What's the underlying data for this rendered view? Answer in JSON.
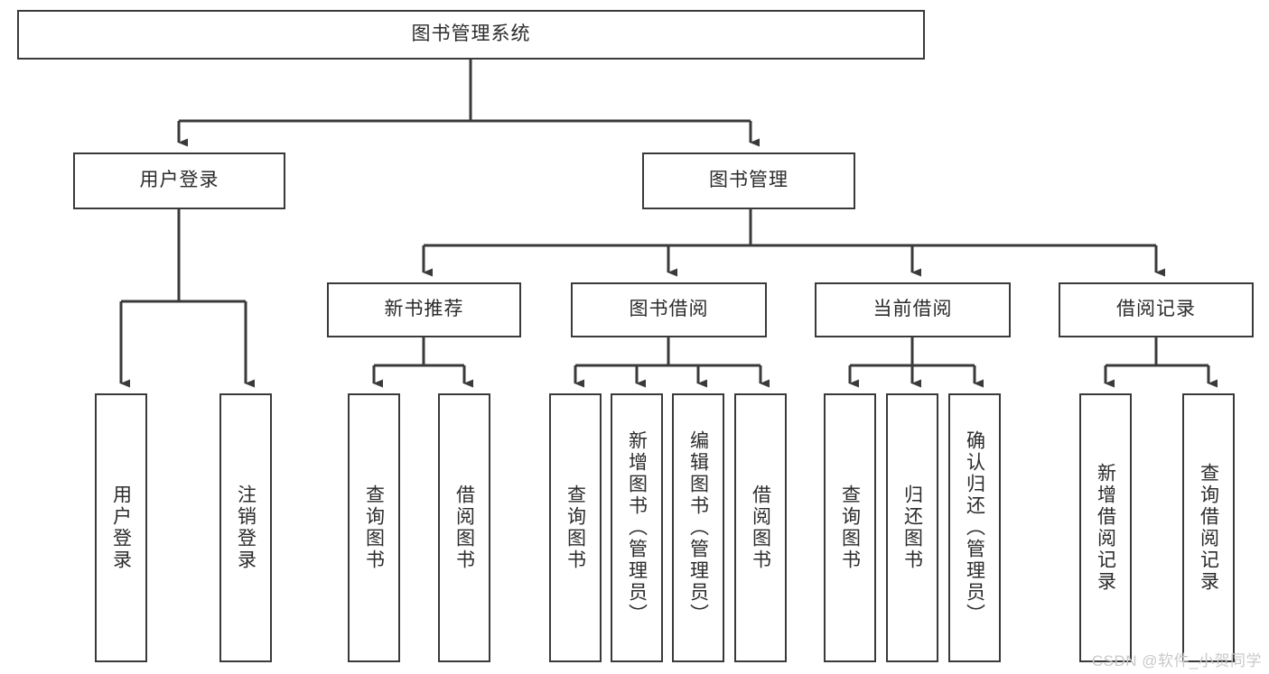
{
  "diagram": {
    "type": "tree",
    "title": "图书管理系统",
    "watermark": "CSDN @软件_小贺同学",
    "colors": {
      "node_border": "#3a3a3a",
      "node_fill": "#ffffff",
      "edge": "#3a3a3a",
      "text": "#2b2b2b",
      "watermark": "#c9c9c9",
      "background": "#ffffff"
    },
    "levels": {
      "root": {
        "label": "图书管理系统",
        "orientation": "horizontal"
      },
      "level2": [
        {
          "label": "用户登录",
          "orientation": "horizontal"
        },
        {
          "label": "图书管理",
          "orientation": "horizontal"
        }
      ],
      "level3": [
        {
          "label": "新书推荐",
          "orientation": "horizontal",
          "parent": "图书管理"
        },
        {
          "label": "图书借阅",
          "orientation": "horizontal",
          "parent": "图书管理"
        },
        {
          "label": "当前借阅",
          "orientation": "horizontal",
          "parent": "图书管理"
        },
        {
          "label": "借阅记录",
          "orientation": "horizontal",
          "parent": "图书管理"
        }
      ],
      "leaves": [
        {
          "label": "用户登录",
          "orientation": "vertical",
          "parent": "用户登录"
        },
        {
          "label": "注销登录",
          "orientation": "vertical",
          "parent": "用户登录"
        },
        {
          "label": "查询图书",
          "orientation": "vertical",
          "parent": "新书推荐"
        },
        {
          "label": "借阅图书",
          "orientation": "vertical",
          "parent": "新书推荐"
        },
        {
          "label": "查询图书",
          "orientation": "vertical",
          "parent": "图书借阅"
        },
        {
          "label": "新增图书（管理员）",
          "orientation": "vertical",
          "parent": "图书借阅"
        },
        {
          "label": "编辑图书（管理员）",
          "orientation": "vertical",
          "parent": "图书借阅"
        },
        {
          "label": "借阅图书",
          "orientation": "vertical",
          "parent": "图书借阅"
        },
        {
          "label": "查询图书",
          "orientation": "vertical",
          "parent": "当前借阅"
        },
        {
          "label": "归还图书",
          "orientation": "vertical",
          "parent": "当前借阅"
        },
        {
          "label": "确认归还（管理员）",
          "orientation": "vertical",
          "parent": "当前借阅"
        },
        {
          "label": "新增借阅记录",
          "orientation": "vertical",
          "parent": "借阅记录"
        },
        {
          "label": "查询借阅记录",
          "orientation": "vertical",
          "parent": "借阅记录"
        }
      ]
    }
  }
}
